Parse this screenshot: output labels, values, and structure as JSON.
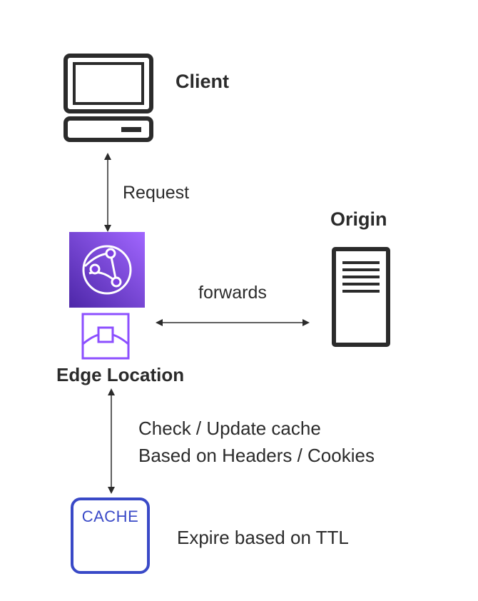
{
  "nodes": {
    "client": {
      "label": "Client",
      "icon": "laptop-icon"
    },
    "edge": {
      "label": "Edge Location",
      "icon": "cloudfront-icon",
      "sub_icon": "edge-location-icon"
    },
    "origin": {
      "label": "Origin",
      "icon": "server-icon"
    },
    "cache": {
      "label": "CACHE",
      "icon": "cache-box"
    }
  },
  "edges": {
    "request": {
      "label": "Request"
    },
    "forwards": {
      "label": "forwards"
    },
    "check_cache": {
      "label_line1": "Check / Update cache",
      "label_line2": "Based on Headers / Cookies"
    }
  },
  "notes": {
    "expire": "Expire based on TTL"
  },
  "colors": {
    "cloudfront_dark": "#4d27a8",
    "cloudfront_light": "#a166ff",
    "edge_outline": "#8c4fff",
    "cache_border": "#3949c7",
    "line": "#2b2b2b"
  }
}
